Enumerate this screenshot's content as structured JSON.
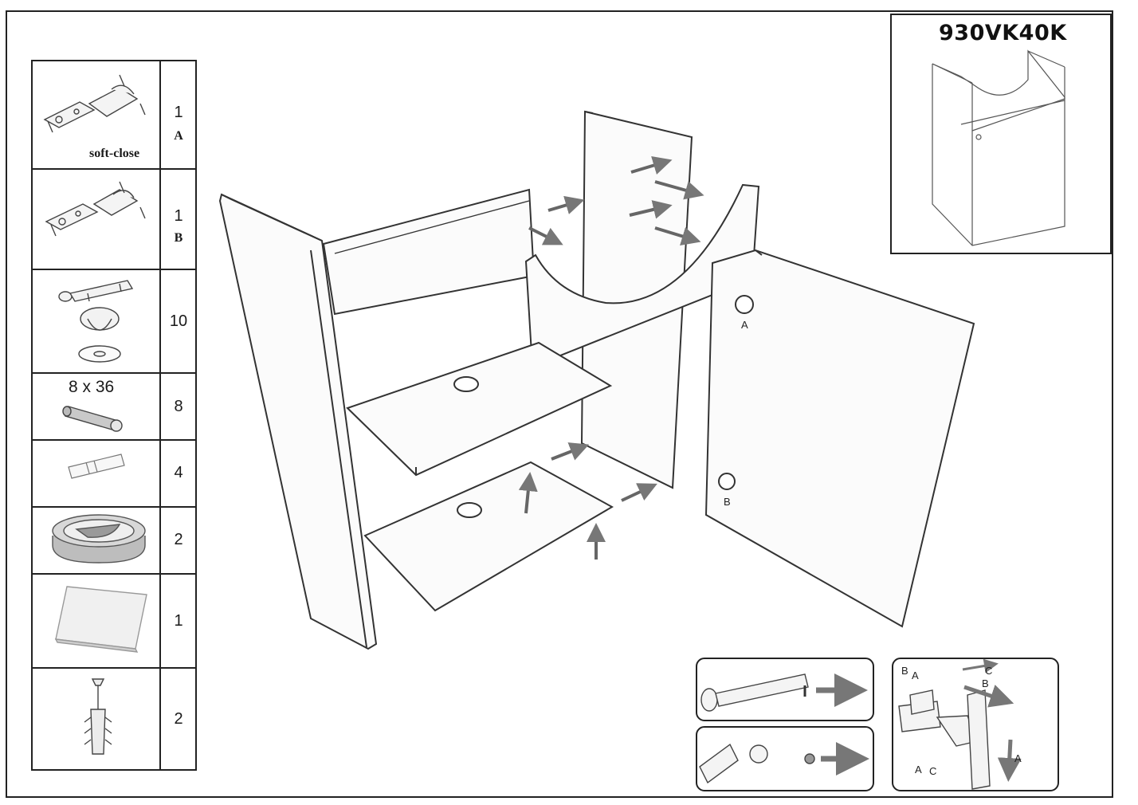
{
  "model_code": "930VK40K",
  "parts": [
    {
      "qty": "1",
      "letter": "A",
      "caption": "soft-close",
      "icon": "soft-close-hinge-icon"
    },
    {
      "qty": "1",
      "letter": "B",
      "caption": "",
      "icon": "hinge-icon"
    },
    {
      "qty": "10",
      "letter": "",
      "caption": "",
      "icon": "cam-lock-connector-icon"
    },
    {
      "qty": "8",
      "letter": "",
      "caption": "8 x 36",
      "icon": "wooden-dowel-icon"
    },
    {
      "qty": "4",
      "letter": "",
      "caption": "",
      "icon": "plastic-dowel-icon"
    },
    {
      "qty": "2",
      "letter": "",
      "caption": "",
      "icon": "cable-grommet-icon"
    },
    {
      "qty": "1",
      "letter": "",
      "caption": "",
      "icon": "cover-cap-icon"
    },
    {
      "qty": "2",
      "letter": "",
      "caption": "",
      "icon": "screw-with-wall-plug-icon"
    }
  ],
  "diagram_labels": {
    "door_hinge_top": "A",
    "door_hinge_bottom": "B"
  },
  "hinge_adjust_labels": [
    "B",
    "A",
    "A",
    "C",
    "C",
    "B",
    "A"
  ]
}
